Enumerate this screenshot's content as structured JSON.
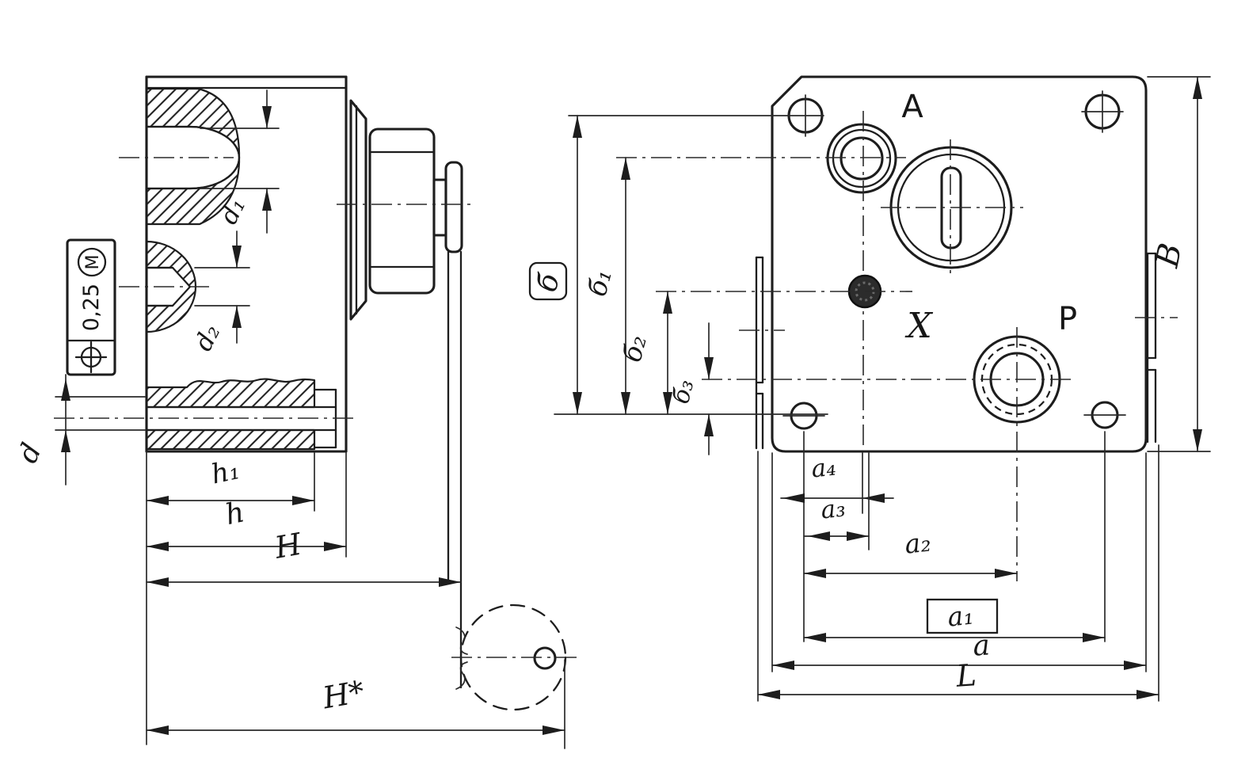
{
  "drawing": {
    "colors": {
      "ink": "#1d1d1d",
      "paper": "#ffffff"
    },
    "icons": {
      "position_tolerance": "position-target-icon",
      "material_condition": "circled-M-icon"
    },
    "left": {
      "dims": {
        "d1": "d₁",
        "d2": "d₂",
        "d": "d",
        "h1": "h₁",
        "h": "h",
        "H": "H",
        "Hstar": "H*"
      },
      "tol": {
        "value": "0,25",
        "modifier": "M"
      }
    },
    "right": {
      "ports": {
        "A": "A",
        "X": "X",
        "P": "P"
      },
      "dims": {
        "b": "б",
        "b1": "б₁",
        "b2": "б₂",
        "b3": "б₃",
        "B": "В",
        "a4": "a₄",
        "a3": "a₃",
        "a2": "a₂",
        "a1": "a₁",
        "a": "a",
        "L": "L"
      }
    }
  }
}
